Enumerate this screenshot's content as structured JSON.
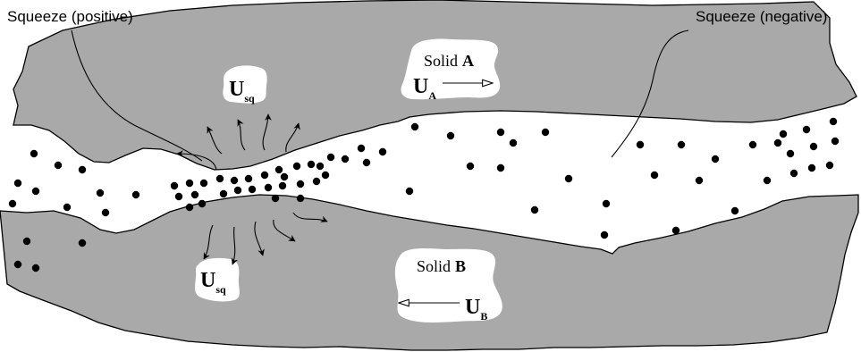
{
  "labels": {
    "squeeze_positive": "Squeeze (positive)",
    "squeeze_negative": "Squeeze (negative)",
    "solid_a_word": "Solid",
    "solid_a_letter": "A",
    "solid_b_word": "Solid",
    "solid_b_letter": "B",
    "velocity_symbol": "U",
    "sub_a": "A",
    "sub_b": "B",
    "sub_sq_top": "sq",
    "sub_sq_bottom": "sq"
  },
  "colors": {
    "solid_fill": "#a9a9a9",
    "outline": "#000000",
    "gap_fill": "#ffffff",
    "particle": "#000000"
  },
  "icons": {
    "flow_arrows": "curved-arrow-icon",
    "velocity_arrows": "open-head-arrow-icon",
    "particles": "dot-icon"
  }
}
